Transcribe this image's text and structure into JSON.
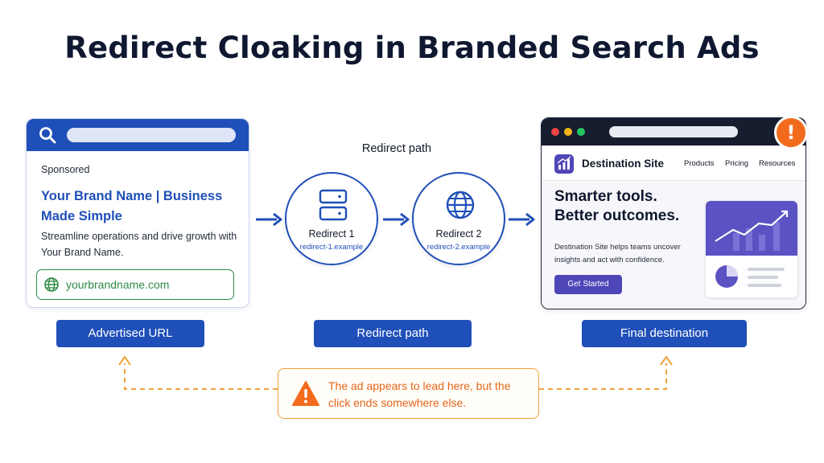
{
  "title": "Redirect Cloaking in Branded Search Ads",
  "ad": {
    "sponsored": "Sponsored",
    "title": "Your Brand Name | Business Made Simple",
    "description": "Streamline operations and drive growth with Your Brand Name.",
    "display_url": "yourbrandname.com"
  },
  "redirect_path": {
    "heading": "Redirect path",
    "hops": [
      {
        "name": "Redirect 1",
        "host": "redirect-1.example",
        "icon": "server-icon"
      },
      {
        "name": "Redirect 2",
        "host": "redirect-2.example",
        "icon": "globe-icon"
      }
    ]
  },
  "destination": {
    "site_name": "Destination Site",
    "nav_links": [
      "Products",
      "Pricing",
      "Resources"
    ],
    "headline": "Smarter tools. Better outcomes.",
    "copy": "Destination Site helps teams uncover insights and act with confidence.",
    "cta": "Get Started",
    "alert_symbol": "!"
  },
  "labels": {
    "advertised": "Advertised URL",
    "redirect": "Redirect path",
    "final": "Final destination"
  },
  "warning": {
    "text": "The ad appears to lead here, but the click ends somewhere else."
  },
  "colors": {
    "primary_blue": "#1f4fb8",
    "url_green": "#2f8a45",
    "warning_orange": "#f2a13a",
    "alert_orange": "#f26b1d",
    "site_purple": "#4f46b8"
  }
}
